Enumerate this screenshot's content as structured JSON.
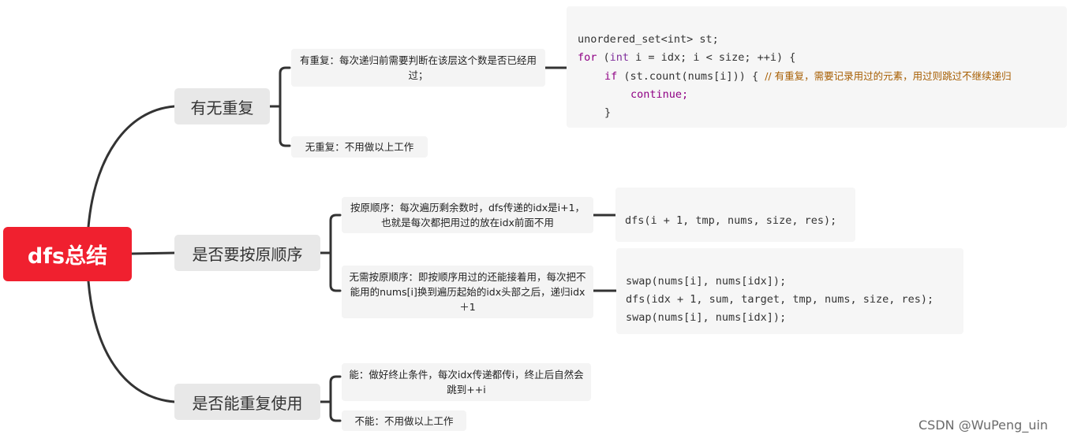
{
  "root": {
    "label": "dfs总结"
  },
  "branches": [
    {
      "label": "有无重复",
      "leaves": [
        {
          "text": "有重复：每次递归前需要判断在该层这个数是否已经用过；"
        },
        {
          "text": "无重复：不用做以上工作"
        }
      ],
      "code": {
        "line1": "unordered_set<int> st;",
        "line2_kw": "for",
        "line2_a": " (",
        "line2_int": "int",
        "line2_b": " i = idx; i < size; ++i) {",
        "line3_kw": "if",
        "line3_a": " (st.count(nums[i])) { ",
        "line3_comment": "// 有重复，需要记录用过的元素，用过则跳过不继续递归",
        "line4_kw": "continue;",
        "line5": "}"
      }
    },
    {
      "label": "是否要按原顺序",
      "leaves": [
        {
          "text": "按原顺序：每次遍历剩余数时，dfs传递的idx是i+1，也就是每次都把用过的放在idx前面不用"
        },
        {
          "text": "无需按原顺序：即按顺序用过的还能接着用，每次把不能用的nums[i]换到遍历起始的idx头部之后，递归idx＋1"
        }
      ],
      "code1": {
        "line1": "dfs(i + 1, tmp, nums, size, res);"
      },
      "code2": {
        "line1": "swap(nums[i], nums[idx]);",
        "line2": "dfs(idx + 1, sum, target, tmp, nums, size, res);",
        "line3": "swap(nums[i], nums[idx]);"
      }
    },
    {
      "label": "是否能重复使用",
      "leaves": [
        {
          "text": "能：做好终止条件，每次idx传递都传i，终止后自然会跳到++i"
        },
        {
          "text": "不能：不用做以上工作"
        }
      ]
    }
  ],
  "watermark": "CSDN @WuPeng_uin",
  "colors": {
    "root": "#f0202f",
    "branch": "#e8e8e8",
    "leaf": "#f4f4f4",
    "connector": "#333333"
  }
}
